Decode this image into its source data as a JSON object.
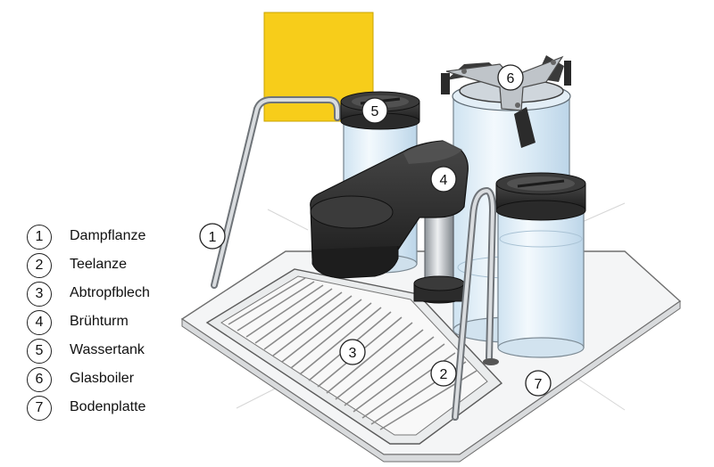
{
  "legend": {
    "items": [
      {
        "num": "1",
        "label": "Dampflanze"
      },
      {
        "num": "2",
        "label": "Teelanze"
      },
      {
        "num": "3",
        "label": "Abtropfblech"
      },
      {
        "num": "4",
        "label": "Brühturm"
      },
      {
        "num": "5",
        "label": "Wassertank"
      },
      {
        "num": "6",
        "label": "Glasboiler"
      },
      {
        "num": "7",
        "label": "Bodenplatte"
      }
    ]
  },
  "callouts": {
    "steam_wand": "1",
    "tea_wand": "2",
    "drip_tray": "3",
    "brew_tower": "4",
    "water_tank": "5",
    "glass_boiler": "6",
    "base_plate": "7"
  },
  "colors": {
    "yellow_panel": "#f7cd1a",
    "tower_dark": "#262626",
    "glass": "#dcecf6",
    "glass_edge": "#7c8a94",
    "metal": "#c4c8cc",
    "plate": "#f4f5f6"
  }
}
